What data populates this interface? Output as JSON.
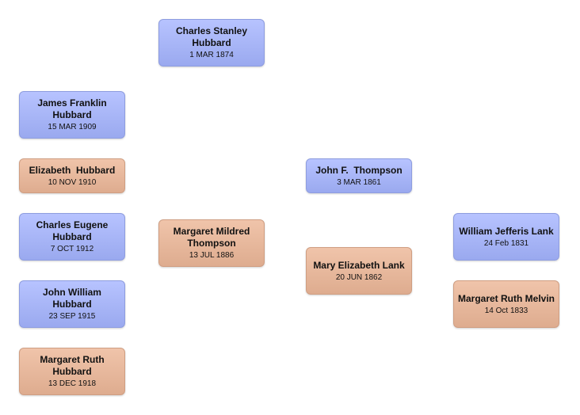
{
  "people": {
    "charles_stanley": {
      "name": "Charles Stanley Hubbard",
      "date": "1 MAR 1874"
    },
    "james_franklin": {
      "name": "James Franklin Hubbard",
      "date": "15 MAR 1909"
    },
    "elizabeth": {
      "name": "Elizabeth  Hubbard",
      "date": "10 NOV 1910"
    },
    "charles_eugene": {
      "name": "Charles Eugene Hubbard",
      "date": "7 OCT 1912"
    },
    "john_william": {
      "name": "John William Hubbard",
      "date": "23 SEP 1915"
    },
    "margaret_ruth_hubbard": {
      "name": "Margaret Ruth Hubbard",
      "date": "13 DEC 1918"
    },
    "margaret_mildred": {
      "name": "Margaret Mildred Thompson",
      "date": "13 JUL 1886"
    },
    "john_thompson": {
      "name": "John F.  Thompson",
      "date": "3 MAR 1861"
    },
    "mary_elizabeth": {
      "name": "Mary Elizabeth Lank",
      "date": "20 JUN 1862"
    },
    "william_jefferis": {
      "name": "William Jefferis Lank",
      "date": "24 Feb 1831"
    },
    "margaret_ruth_melvin": {
      "name": "Margaret Ruth Melvin",
      "date": "14 Oct 1833"
    }
  },
  "colors": {
    "male": "#a9b6f8",
    "female": "#e8b89c"
  }
}
